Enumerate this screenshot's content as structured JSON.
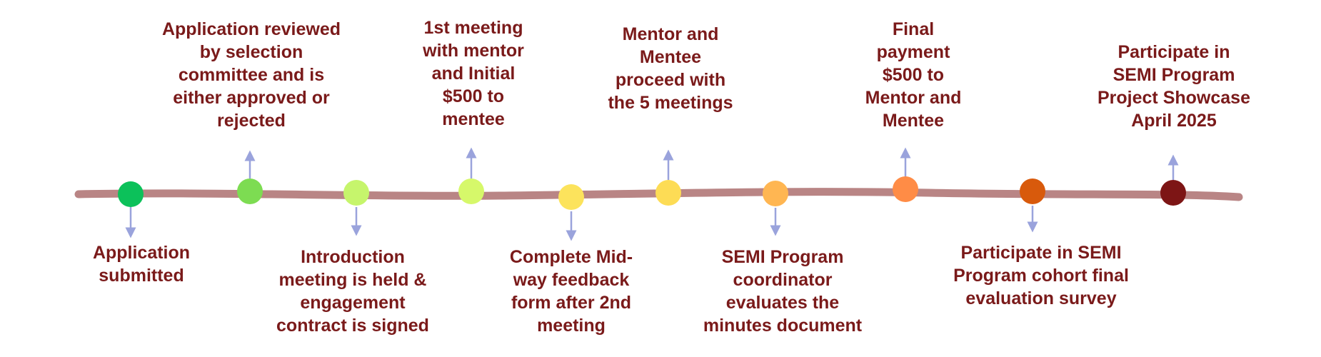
{
  "colors": {
    "label_text": "#7a1a1a",
    "line": "#b98585",
    "arrow": "#9aa3dc"
  },
  "milestones": [
    {
      "label": "Application\nsubmitted",
      "color": "#0cc15a",
      "side": "below"
    },
    {
      "label": "Application reviewed\nby selection\ncommittee and is\neither approved or\nrejected",
      "color": "#7ddc52",
      "side": "above"
    },
    {
      "label": "Introduction\nmeeting is held &\nengagement\ncontract is signed",
      "color": "#c6f56c",
      "side": "below"
    },
    {
      "label": "1st meeting\nwith mentor\nand Initial\n$500 to\nmentee",
      "color": "#d6f86a",
      "side": "above"
    },
    {
      "label": "Complete Mid-\nway feedback\nform after 2nd\nmeeting",
      "color": "#fce35c",
      "side": "below"
    },
    {
      "label": "Mentor and\nMentee\nproceed with\nthe 5 meetings",
      "color": "#fddc55",
      "side": "above"
    },
    {
      "label": "SEMI Program\ncoordinator\nevaluates  the\nminutes document",
      "color": "#ffb652",
      "side": "below"
    },
    {
      "label": "Final\npayment\n$500 to\nMentor and\nMentee",
      "color": "#ff8c46",
      "side": "above"
    },
    {
      "label": "Participate in SEMI\nProgram cohort final\nevaluation survey",
      "color": "#d85a0c",
      "side": "below"
    },
    {
      "label": "Participate in\nSEMI Program\nProject Showcase\nApril 2025",
      "color": "#7d1515",
      "side": "above"
    }
  ]
}
